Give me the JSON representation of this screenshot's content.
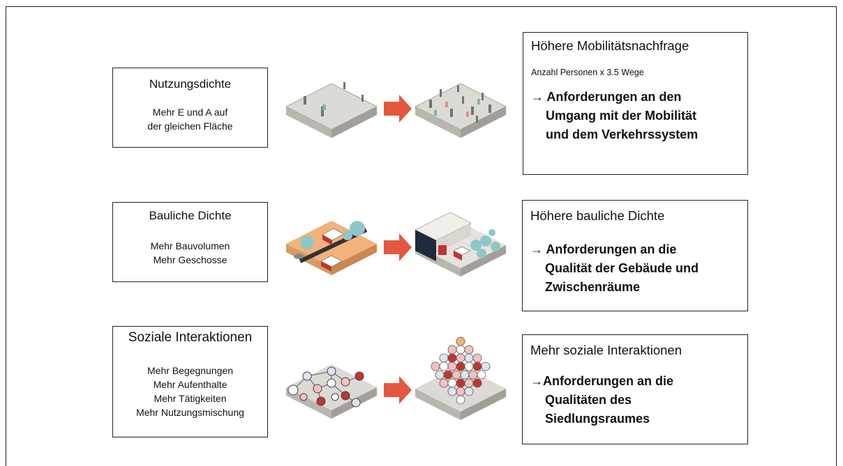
{
  "rows": [
    {
      "left_title": "Nutzungsdichte",
      "left_lines": [
        "Mehr E und A auf",
        "der gleichen Fläche"
      ],
      "right_title": "Höhere Mobilitätsnachfrage",
      "right_note": "Anzahl Personen x 3.5 Wege",
      "right_req": [
        "→ Anforderungen an den",
        "Umgang mit der Mobilität",
        "und dem Verkehrssystem"
      ]
    },
    {
      "left_title": "Bauliche Dichte",
      "left_lines": [
        "Mehr Bauvolumen",
        "Mehr Geschosse"
      ],
      "right_title": "Höhere bauliche Dichte",
      "right_req": [
        "→ Anforderungen an die",
        "Qualität der Gebäude und",
        "Zwischenräume"
      ]
    },
    {
      "left_title": "Soziale Interaktionen",
      "left_lines": [
        "Mehr Begegnungen",
        "Mehr Aufenthalte",
        "Mehr Tätigkeiten",
        "Mehr Nutzungsmischung"
      ],
      "right_title": "Mehr soziale Interaktionen",
      "right_req": [
        "→Anforderungen an die",
        "Qualitäten des",
        "Siedlungsraumes"
      ]
    }
  ],
  "colors": {
    "arrow": "#e3573e",
    "border": "#222222",
    "ground": "#d8d5cf",
    "accent_red": "#c1352f",
    "accent_orange": "#f2b27a",
    "tree": "#8fc7c8"
  }
}
